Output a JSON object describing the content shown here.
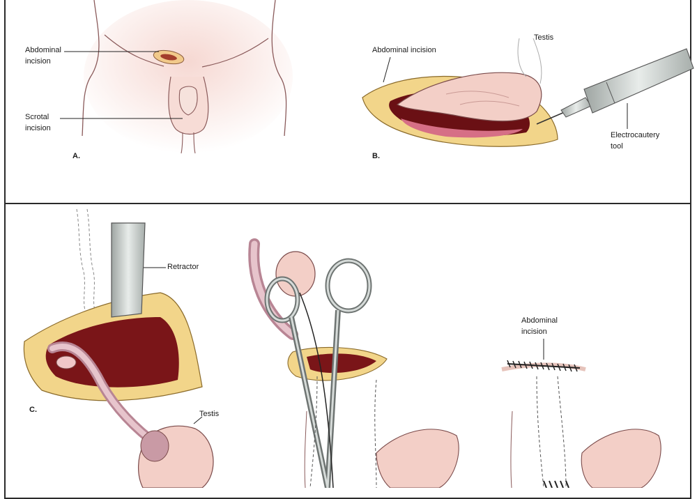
{
  "panels": {
    "a": {
      "letter": "A.",
      "abdominal_label_1": "Abdominal",
      "abdominal_label_2": "incision",
      "scrotal_label_1": "Scrotal",
      "scrotal_label_2": "incision"
    },
    "b": {
      "letter": "B.",
      "abdominal_label": "Abdominal incision",
      "testis_label": "Testis",
      "tool_label_1": "Electrocautery",
      "tool_label_2": "tool"
    },
    "c": {
      "letter": "C.",
      "retractor_label": "Retractor",
      "testis_label": "Testis"
    },
    "e": {
      "abdominal_label_1": "Abdominal",
      "abdominal_label_2": "incision"
    }
  },
  "colors": {
    "skin": "#f7e4dc",
    "fat": "#f2d58a",
    "tissue": "#7a1518",
    "testis": "#f3cfc7",
    "cord": "#d8a7b0",
    "steel": "#cfd4d2",
    "outline": "#5a3a3a"
  }
}
